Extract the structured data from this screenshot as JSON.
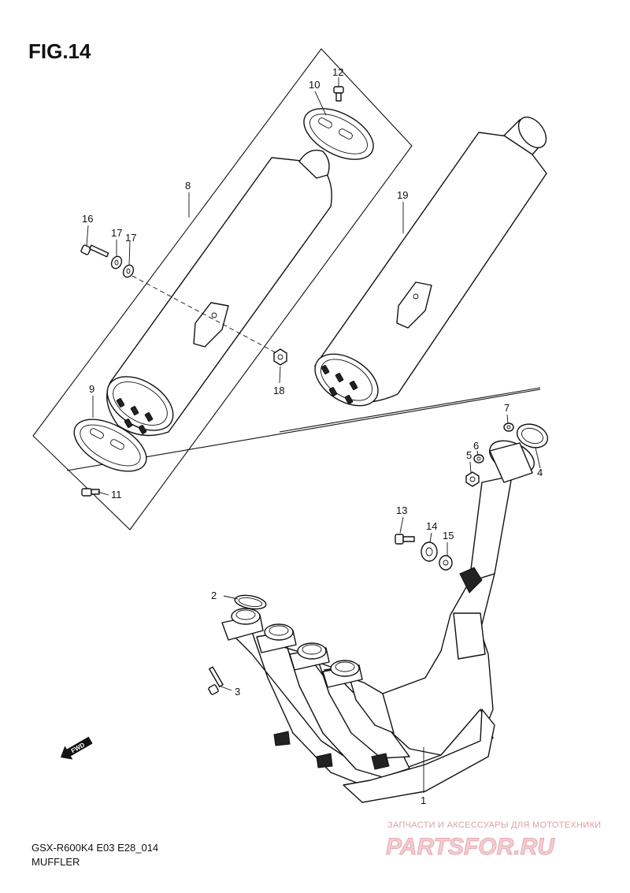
{
  "figure": {
    "title": "FIG.14"
  },
  "callouts": {
    "c1": "1",
    "c2": "2",
    "c3": "3",
    "c4": "4",
    "c5": "5",
    "c6": "6",
    "c7": "7",
    "c8": "8",
    "c9": "9",
    "c10": "10",
    "c11": "11",
    "c12": "12",
    "c13": "13",
    "c14": "14",
    "c15": "15",
    "c16": "16",
    "c17a": "17",
    "c17b": "17",
    "c18": "18",
    "c19": "19"
  },
  "direction": {
    "label": "FWD"
  },
  "footer": {
    "model": "GSX-R600K4 E03 E28_014",
    "section": "MUFFLER"
  },
  "watermark": {
    "tagline": "ЗАПЧАСТИ И АКСЕССУАРЫ ДЛЯ МОТОТЕХНИКИ",
    "logo": "PARTSFOR.RU"
  }
}
